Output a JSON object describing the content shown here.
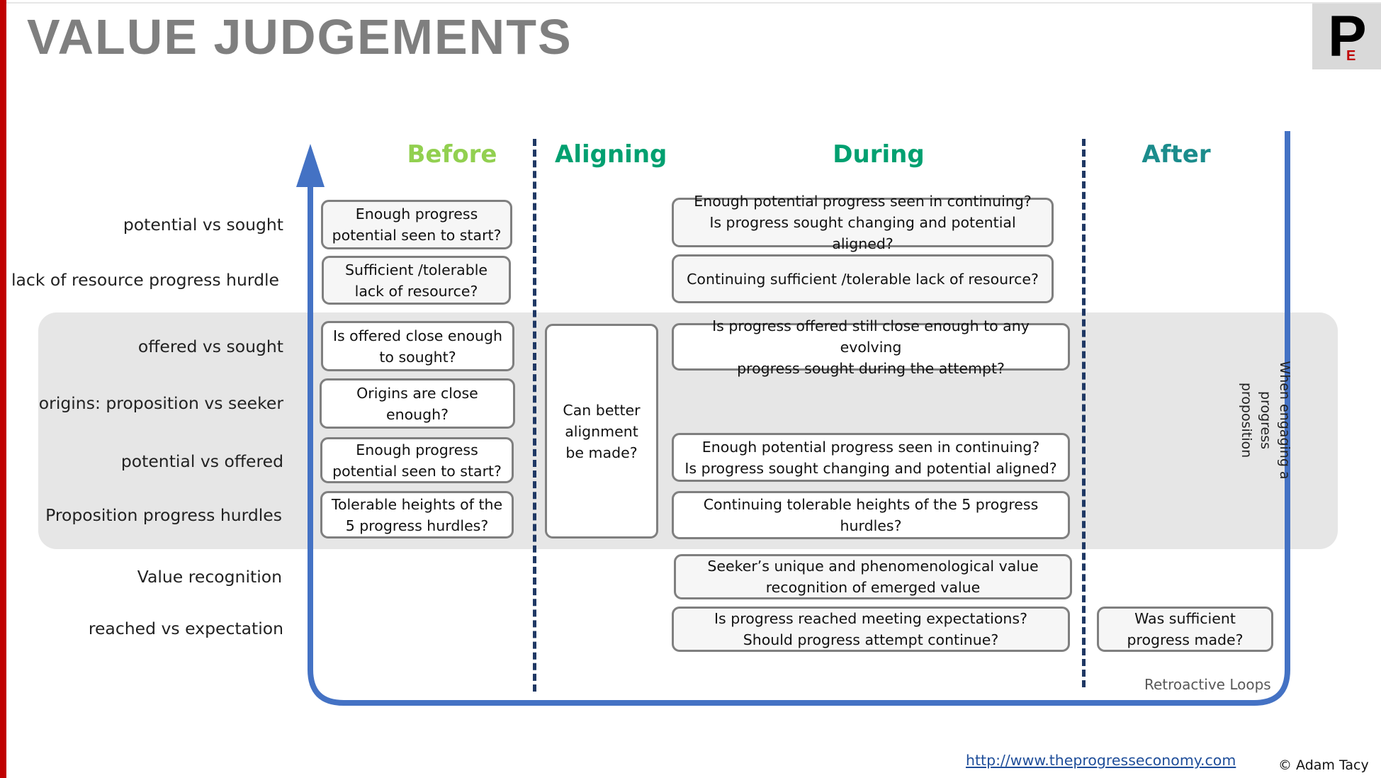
{
  "title": "VALUE JUDGEMENTS",
  "logo": {
    "letter": "P",
    "sub": "E"
  },
  "columns": {
    "before": "Before",
    "aligning": "Aligning",
    "during": "During",
    "after": "After"
  },
  "column_colors": {
    "before": "#92d050",
    "aligning": "#00a070",
    "during": "#00a070",
    "after": "#1b8c8c"
  },
  "rows": [
    "potential vs sought",
    "lack of resource progress hurdle",
    "offered vs sought",
    "origins: proposition vs seeker",
    "potential vs offered",
    "Proposition progress hurdles",
    "Value recognition",
    "reached vs expectation"
  ],
  "before_boxes": [
    "Enough progress\npotential seen to start?",
    "Sufficient /tolerable\nlack of resource?",
    "Is offered close enough\nto sought?",
    "Origins are close\nenough?",
    "Enough progress\npotential seen to start?",
    "Tolerable heights of the\n5 progress hurdles?"
  ],
  "aligning_box": "Can better\nalignment\nbe made?",
  "during_boxes": [
    "Enough potential progress seen in continuing?\nIs progress sought changing and potential aligned?",
    "Continuing sufficient /tolerable lack of resource?",
    "Is progress offered still close enough to any evolving\nprogress sought during the attempt?",
    "Enough potential progress seen in continuing?\nIs progress sought changing and potential aligned?",
    "Continuing tolerable heights of the 5 progress\nhurdles?",
    "Seeker’s unique and phenomenological value\nrecognition of emerged value",
    "Is progress reached meeting expectations?\nShould progress attempt continue?"
  ],
  "after_box": "Was sufficient\nprogress made?",
  "side_note": "When engaging a progress\nproposition",
  "loop_label": "Retroactive Loops",
  "link": "http://www.theprogresseconomy.com",
  "copyright": "© Adam Tacy",
  "colors": {
    "title_grey": "#7f7f7f",
    "accent_red": "#c00000",
    "arrow_blue": "#4472c4",
    "dash_navy": "#1f3864",
    "band_grey": "#e6e6e6"
  }
}
